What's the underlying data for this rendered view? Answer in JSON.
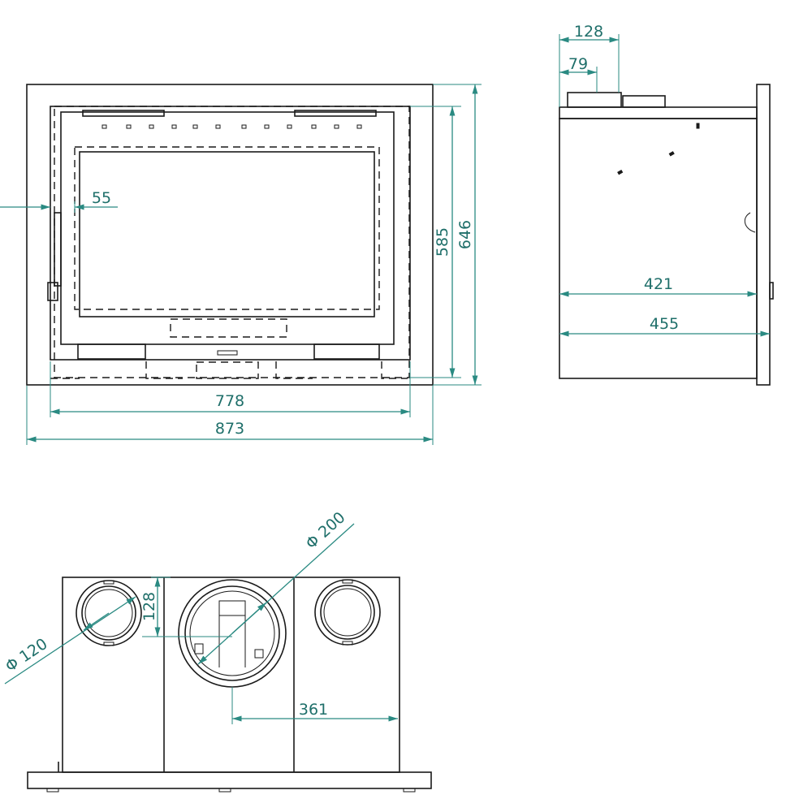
{
  "colors": {
    "dimension": "#2a8a82",
    "object": "#1a1a1a",
    "background": "#ffffff"
  },
  "front_view": {
    "dim_overall_width": "873",
    "dim_inner_width": "778",
    "dim_overall_height": "646",
    "dim_inner_height": "585",
    "dim_side_offset": "55"
  },
  "side_view": {
    "dim_top_outer": "128",
    "dim_top_inner": "79",
    "dim_depth_inner": "421",
    "dim_depth_outer": "455"
  },
  "top_view": {
    "dim_large_flue": "Φ 200",
    "dim_small_flue": "Φ 120",
    "dim_small_offset": "128",
    "dim_center_offset": "361"
  }
}
